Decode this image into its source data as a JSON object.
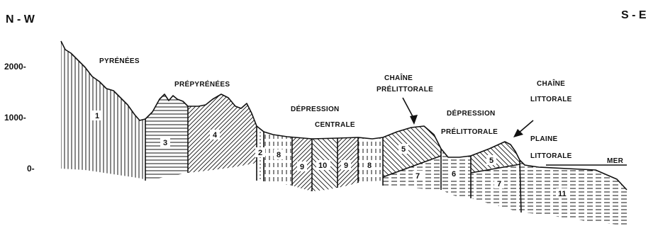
{
  "directions": {
    "left": "N - W",
    "right": "S - E"
  },
  "y_ticks": [
    "2000-",
    "1000-",
    "0-"
  ],
  "regions": {
    "pyrenees": "PYRÉNÉES",
    "prepyrenees": "PRÉPYRÉNÉES",
    "depression_centrale_1": "DÉPRESSION",
    "depression_centrale_2": "CENTRALE",
    "chaine_prelittorale_1": "CHAÎNE",
    "chaine_prelittorale_2": "PRÉLITTORALE",
    "depression_prelittorale_1": "DÉPRESSION",
    "depression_prelittorale_2": "PRÉLITTORALE",
    "chaine_littorale_1": "CHAÎNE",
    "chaine_littorale_2": "LITTORALE",
    "plaine_littorale_1": "PLAINE",
    "plaine_littorale_2": "LITTORALE",
    "mer": "MER"
  },
  "units": [
    "1",
    "3",
    "4",
    "2",
    "8",
    "9",
    "10",
    "9",
    "8",
    "5",
    "7",
    "6",
    "5",
    "7",
    "11"
  ]
}
